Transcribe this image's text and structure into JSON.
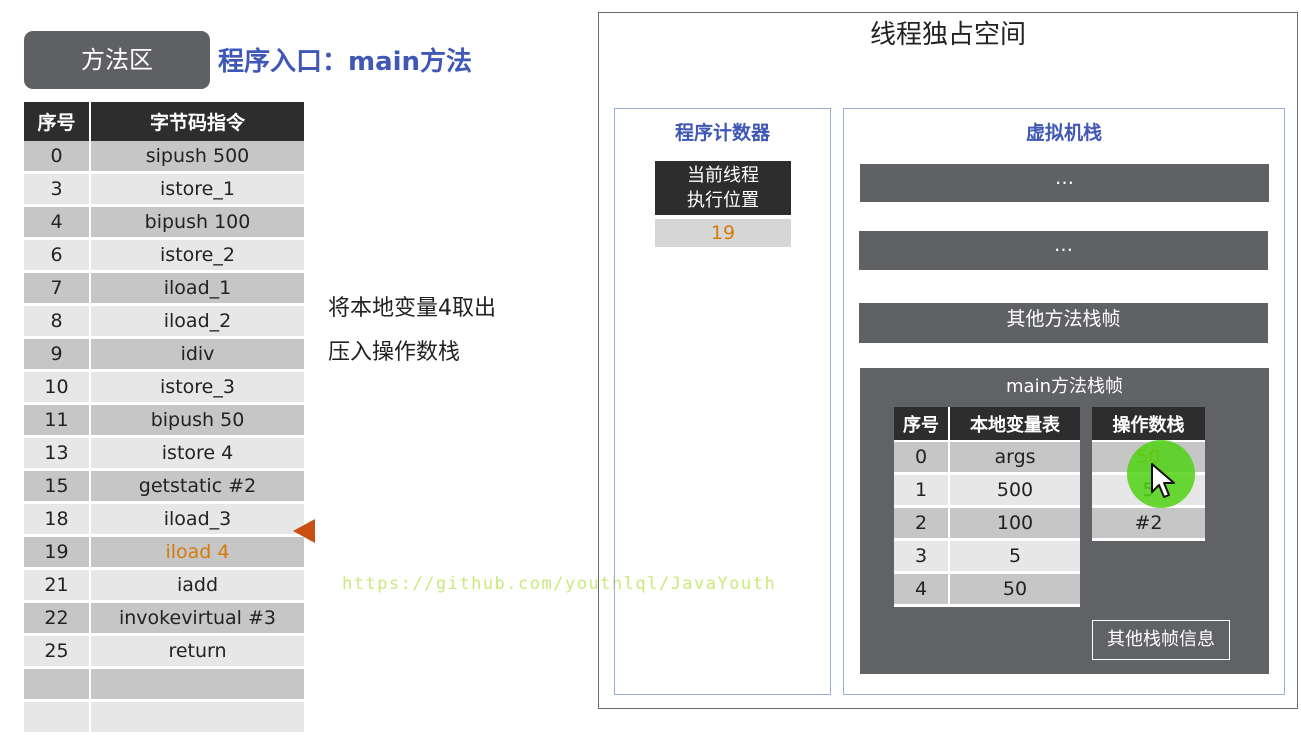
{
  "method_area": {
    "button_label": "方法区",
    "entry_title": "程序入口：main方法",
    "table": {
      "headers": [
        "序号",
        "字节码指令"
      ],
      "rows": [
        {
          "no": "0",
          "instr": "sipush 500"
        },
        {
          "no": "3",
          "instr": "istore_1"
        },
        {
          "no": "4",
          "instr": "bipush 100"
        },
        {
          "no": "6",
          "instr": "istore_2"
        },
        {
          "no": "7",
          "instr": "iload_1"
        },
        {
          "no": "8",
          "instr": "iload_2"
        },
        {
          "no": "9",
          "instr": "idiv"
        },
        {
          "no": "10",
          "instr": "istore_3"
        },
        {
          "no": "11",
          "instr": "bipush 50"
        },
        {
          "no": "13",
          "instr": "istore 4"
        },
        {
          "no": "15",
          "instr": "getstatic #2"
        },
        {
          "no": "18",
          "instr": "iload_3"
        },
        {
          "no": "19",
          "instr": "iload 4"
        },
        {
          "no": "21",
          "instr": "iadd"
        },
        {
          "no": "22",
          "instr": "invokevirtual #3"
        },
        {
          "no": "25",
          "instr": "return"
        },
        {
          "no": "",
          "instr": ""
        },
        {
          "no": "",
          "instr": ""
        }
      ],
      "highlight_no": "19"
    }
  },
  "description": {
    "line1": "将本地变量4取出",
    "line2": "压入操作数栈"
  },
  "watermark": "https://github.com/youthlql/JavaYouth",
  "thread_space": {
    "title": "线程独占空间",
    "pc_register": {
      "title": "程序计数器",
      "label_line1": "当前线程",
      "label_line2": "执行位置",
      "value": "19"
    },
    "vm_stack": {
      "title": "虚拟机栈",
      "frames": [
        "…",
        "…",
        "其他方法栈帧"
      ],
      "main_frame": {
        "title": "main方法栈帧",
        "local_vars": {
          "headers": [
            "序号",
            "本地变量表"
          ],
          "rows": [
            {
              "no": "0",
              "val": "args"
            },
            {
              "no": "1",
              "val": "500"
            },
            {
              "no": "2",
              "val": "100"
            },
            {
              "no": "3",
              "val": "5"
            },
            {
              "no": "4",
              "val": "50"
            }
          ]
        },
        "operand_stack": {
          "header": "操作数栈",
          "items": [
            "50",
            "5",
            "#2"
          ]
        },
        "other_info": "其他栈帧信息"
      }
    }
  },
  "colors": {
    "accent_blue": "#3f57b5",
    "highlight_orange": "#d77a0a",
    "pointer": "#c94f12",
    "cursor_green": "#50d214"
  }
}
